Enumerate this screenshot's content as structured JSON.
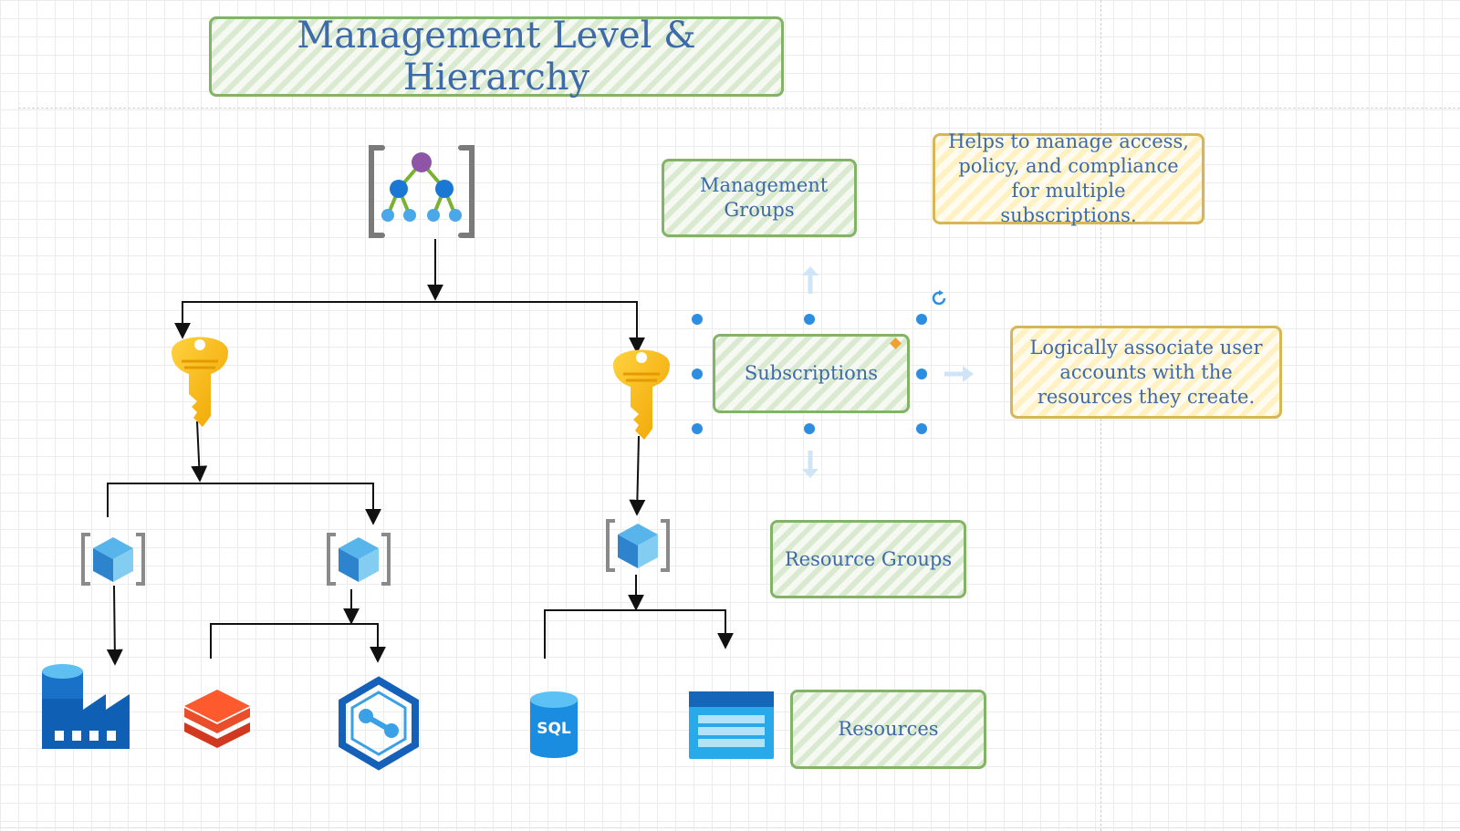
{
  "title": "Management Level & Hierarchy",
  "labels": {
    "management_groups": "Management Groups",
    "subscriptions": "Subscriptions",
    "resource_groups": "Resource Groups",
    "resources": "Resources"
  },
  "notes": {
    "management_groups": "Helps to manage access, policy, and compliance for multiple subscriptions.",
    "subscriptions": "Logically associate user accounts with the resources they create."
  },
  "icons": {
    "management_group": "management-group-icon",
    "subscription": "key-icon",
    "resource_group": "resource-group-cube-icon",
    "data_factory": "data-factory-icon",
    "databricks": "databricks-icon",
    "synapse": "synapse-analytics-icon",
    "sql": "sql-database-icon",
    "storage": "storage-account-icon"
  },
  "sql_icon_text": "SQL",
  "colors": {
    "label_fill": "#d9ead0",
    "label_border": "#82b366",
    "note_fill": "#fff1c2",
    "note_border": "#d6b656",
    "text": "#3d6aa8",
    "selection": "#2d8de0"
  }
}
